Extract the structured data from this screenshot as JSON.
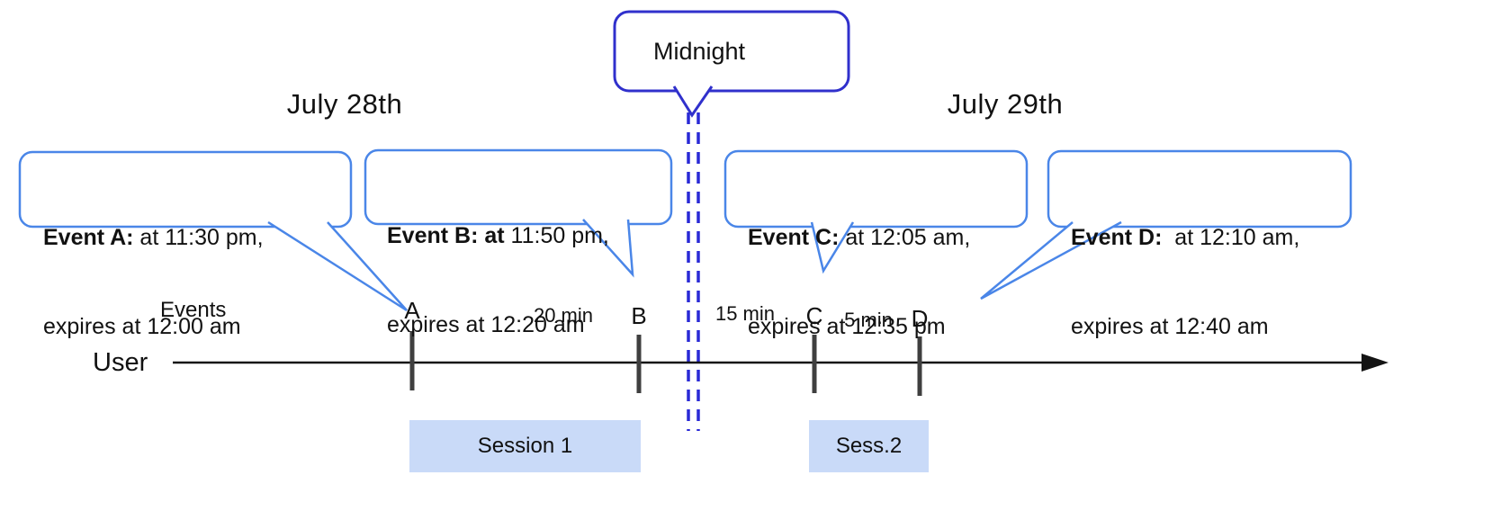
{
  "diagram": {
    "dates": {
      "left": "July 28th",
      "right": "July 29th"
    },
    "midnight_label": "Midnight",
    "events": [
      {
        "bold": "Event A:",
        "rest": " at 11:30 pm,",
        "line2": "expires at 12:00 am"
      },
      {
        "bold": "Event B: at",
        "rest": " 11:50 pm,",
        "line2": "expires at 12:20 am"
      },
      {
        "bold": "Event C:",
        "rest": " at 12:05 am,",
        "line2": "expires at 12:35 pm"
      },
      {
        "bold": "Event D:",
        "rest": "  at 12:10 am,",
        "line2": "expires at 12:40 am"
      }
    ],
    "axis": {
      "events_label": "Events",
      "user_label": "User"
    },
    "ticks": [
      "A",
      "B",
      "C",
      "D"
    ],
    "durations": [
      "20 min",
      "15 min",
      "5 min"
    ],
    "sessions": [
      "Session 1",
      "Sess.2"
    ],
    "colors": {
      "callout_border": "#4a86e8",
      "midnight_border": "#3030cc",
      "dashed_line": "#2a2ad6",
      "session_fill": "#c9daf8",
      "tick": "#3f3f3f",
      "timeline": "#141414"
    }
  }
}
